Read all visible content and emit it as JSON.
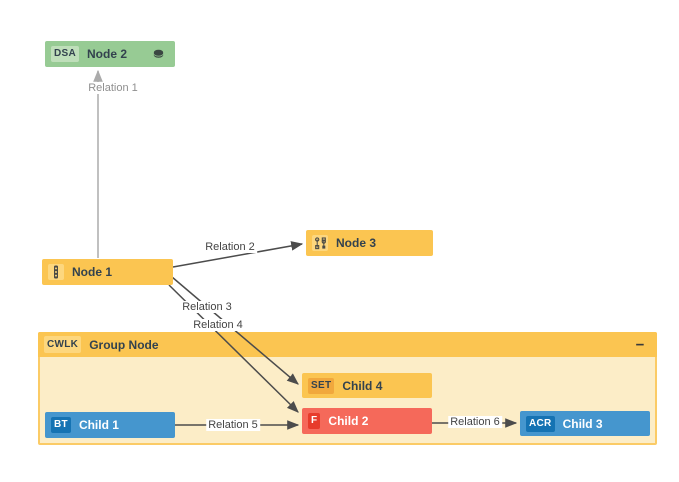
{
  "nodes": {
    "node2": {
      "badge": "DSA",
      "label": "Node 2"
    },
    "node1": {
      "label": "Node 1"
    },
    "node3": {
      "label": "Node 3"
    },
    "group": {
      "badge": "CWLK",
      "label": "Group Node",
      "collapse_glyph": "−"
    },
    "child1": {
      "badge": "BT",
      "label": "Child 1"
    },
    "child4": {
      "badge": "SET",
      "label": "Child 4"
    },
    "child2": {
      "badge": "F",
      "label": "Child 2"
    },
    "child3": {
      "badge": "ACR",
      "label": "Child 3"
    }
  },
  "edges": {
    "relation1": {
      "label": "Relation 1",
      "from": "Node 1",
      "to": "Node 2"
    },
    "relation2": {
      "label": "Relation 2",
      "from": "Node 1",
      "to": "Node 3"
    },
    "relation3": {
      "label": "Relation 3",
      "from": "Node 1",
      "to": "Child 4"
    },
    "relation4": {
      "label": "Relation 4",
      "from": "Node 1",
      "to": "Child 2"
    },
    "relation5": {
      "label": "Relation 5",
      "from": "Child 1",
      "to": "Child 2"
    },
    "relation6": {
      "label": "Relation 6",
      "from": "Child 2",
      "to": "Child 3"
    }
  },
  "icons": {
    "node2_right": "stack-icon",
    "node1_badge": "zipper-icon",
    "node3_badge": "org-chart-icon",
    "group_collapse": "minus-icon"
  },
  "colors": {
    "canvas_bg": "#FFFFFF",
    "node_yellow": "#FBC551",
    "node_green": "#97CB94",
    "node_blue": "#4596CE",
    "node_red": "#F5695A",
    "badge_yellow_light": "#FDD77E",
    "badge_green_light": "#BFDFBA",
    "badge_orange": "#F1A83D",
    "badge_blue_dark": "#1573B3",
    "badge_red_dark": "#E73B2B",
    "group_body": "#FCEDC7",
    "group_border": "#FBCB66",
    "edge_dark": "#4C4C4C",
    "edge_light": "#ABABAB",
    "text_dark": "#33424E"
  }
}
